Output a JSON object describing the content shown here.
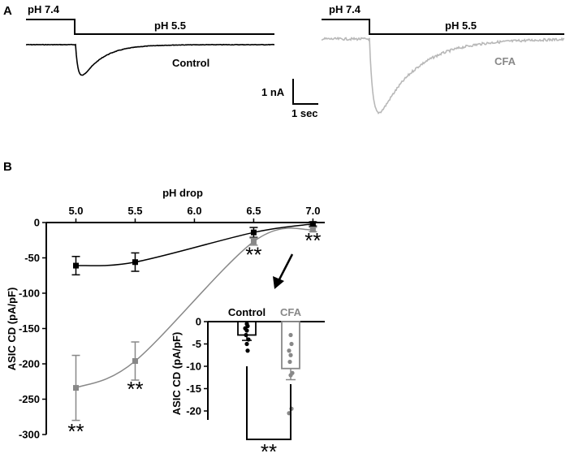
{
  "panel_a": {
    "label": "A",
    "control": {
      "ph_start": "pH 7.4",
      "ph_end": "pH 5.5",
      "name": "Control",
      "color": "#000000"
    },
    "cfa": {
      "ph_start": "pH 7.4",
      "ph_end": "pH 5.5",
      "name": "CFA",
      "color": "#b8b8b8"
    },
    "scale_bar": {
      "current": "1 nA",
      "time": "1 sec"
    }
  },
  "panel_b": {
    "label": "B"
  },
  "chart_data": [
    {
      "type": "line",
      "xlabel": "pH drop",
      "ylabel": "ASIC CD (pA/pF)",
      "x": [
        5.0,
        5.5,
        6.5,
        7.0
      ],
      "xticks": [
        "5.0",
        "5.5",
        "6.0",
        "6.5",
        "7.0"
      ],
      "yticks": [
        "0",
        "-50",
        "-100",
        "-150",
        "-200",
        "-250",
        "-300"
      ],
      "xlim": [
        4.75,
        7.1
      ],
      "ylim": [
        -300,
        0
      ],
      "x_axis_position": "top",
      "series": [
        {
          "name": "Control",
          "color": "#000000",
          "y": [
            -61,
            -56,
            -14,
            -2
          ],
          "err": [
            13,
            13,
            7,
            3
          ]
        },
        {
          "name": "CFA",
          "color": "#888888",
          "y": [
            -234,
            -196,
            -27,
            -10
          ],
          "err": [
            46,
            27,
            5,
            3
          ]
        }
      ],
      "annotations": [
        {
          "text": "**",
          "x": 5.0,
          "y": -300
        },
        {
          "text": "**",
          "x": 5.5,
          "y": -240
        },
        {
          "text": "**",
          "x": 6.5,
          "y": -50
        },
        {
          "text": "**",
          "x": 7.0,
          "y": -30
        }
      ]
    },
    {
      "type": "bar",
      "ylabel": "ASIC CD (pA/pF)",
      "categories": [
        "Control",
        "CFA"
      ],
      "category_colors": [
        "#000000",
        "#888888"
      ],
      "values": [
        -3,
        -10.5
      ],
      "err": [
        1.2,
        2.5
      ],
      "points": [
        [
          -0.5,
          -1,
          -1.5,
          -2,
          -3,
          -4,
          -5,
          -6.5
        ],
        [
          -3,
          -5,
          -6.5,
          -7.5,
          -9,
          -11.5,
          -12,
          -19.5,
          -20.5
        ]
      ],
      "yticks": [
        "0",
        "-5",
        "-10",
        "-15",
        "-20"
      ],
      "ylim": [
        -22,
        0
      ],
      "significance": "**"
    }
  ]
}
